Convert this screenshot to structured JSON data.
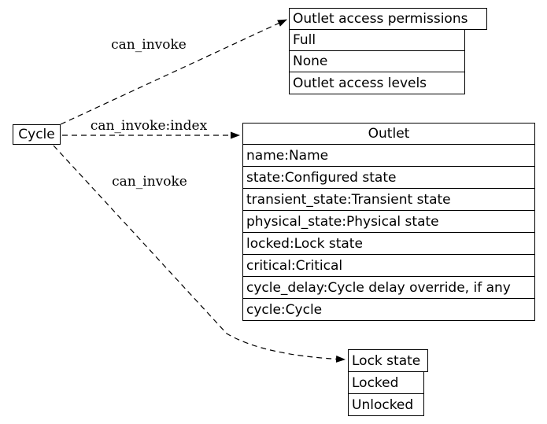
{
  "canvas": {
    "background": "#ffffff",
    "line_color": "#000000"
  },
  "nodes": {
    "cycle": {
      "label": "Cycle"
    },
    "outlet_access_permissions": {
      "title": "Outlet access permissions",
      "rows": [
        "Full",
        "None",
        "Outlet access levels"
      ]
    },
    "outlet": {
      "title": "Outlet",
      "rows": [
        "name:Name",
        "state:Configured state",
        "transient_state:Transient state",
        "physical_state:Physical state",
        "locked:Lock state",
        "critical:Critical",
        "cycle_delay:Cycle delay override, if any",
        "cycle:Cycle"
      ]
    },
    "lock_state": {
      "title": "Lock state",
      "rows": [
        "Locked",
        "Unlocked"
      ]
    }
  },
  "edges": [
    {
      "from": "cycle",
      "to": "outlet_access_permissions",
      "label": "can_invoke",
      "style": "dashed"
    },
    {
      "from": "cycle",
      "to": "outlet",
      "label": "can_invoke:index",
      "style": "dashed"
    },
    {
      "from": "cycle",
      "to": "lock_state",
      "label": "can_invoke",
      "style": "dashed"
    }
  ]
}
